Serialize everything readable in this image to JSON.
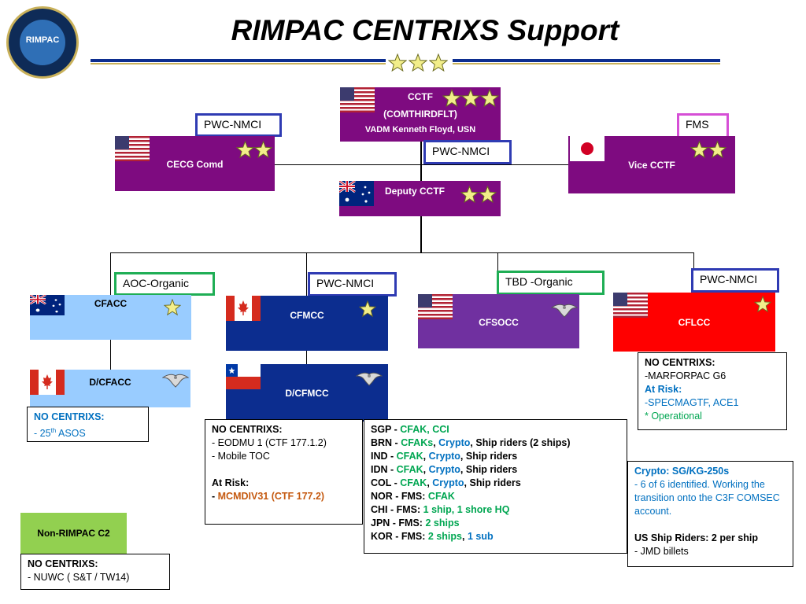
{
  "title": "RIMPAC CENTRIXS Support",
  "seal": {
    "text": "RIMPAC"
  },
  "cctf": {
    "line1": "CCTF",
    "line2": "(COMTHIRDFLT)",
    "line3": "VADM Kenneth Floyd, USN"
  },
  "cecg": {
    "name": "CECG Comd",
    "tag": "PWC-NMCI"
  },
  "vice": {
    "name": "Vice CCTF",
    "tag": "FMS"
  },
  "deputy": {
    "name": "Deputy CCTF",
    "tag": "PWC-NMCI"
  },
  "cfacc": {
    "name": "CFACC",
    "tag": "AOC-Organic"
  },
  "cfmcc": {
    "name": "CFMCC",
    "tag": "PWC-NMCI"
  },
  "cfsocc": {
    "name": "CFSOCC",
    "tag": "TBD -Organic"
  },
  "cflcc": {
    "name": "CFLCC",
    "tag": "PWC-NMCI"
  },
  "dcfacc": {
    "name": "D/CFACC"
  },
  "dcfmcc": {
    "name": "D/CFMCC"
  },
  "nonrimpac": {
    "label": "Non-RIMPAC C2"
  },
  "notes": {
    "dcfacc_h": "NO CENTRIXS:",
    "dcfacc_1a": "- 25",
    "dcfacc_1sup": "th",
    "dcfacc_1b": " ASOS",
    "nuwc_h": "NO CENTRIXS:",
    "nuwc_1": "- NUWC ( S&T / TW14)",
    "dcfmcc_h": "NO CENTRIXS:",
    "dcfmcc_1": "- EODMU 1 (CTF 177.1.2)",
    "dcfmcc_2": "- Mobile TOC",
    "dcfmcc_r": "At Risk:",
    "dcfmcc_r1a": "- ",
    "dcfmcc_r1b": "MCMDIV31 (CTF 177.2)",
    "cflcc_h": "NO CENTRIXS:",
    "cflcc_1": "-MARFORPAC G6",
    "cflcc_r": "At Risk:",
    "cflcc_r1": "-SPECMAGTF, ACE1",
    "cflcc_r2": "* Operational",
    "crypto_h": "Crypto: SG/KG-250s",
    "crypto_1": "- 6 of 6 identified.  Working the transition onto the C3F COMSEC account.",
    "riders_h": "US Ship Riders: 2 per ship",
    "riders_1": "- JMD billets"
  },
  "countries": [
    {
      "code": "SGP",
      "parts": [
        {
          "t": "SGP - ",
          "c": "k"
        },
        {
          "t": "CFAK, CCI",
          "c": "g"
        }
      ]
    },
    {
      "code": "BRN",
      "parts": [
        {
          "t": "BRN - ",
          "c": "k"
        },
        {
          "t": "CFAKs",
          "c": "g"
        },
        {
          "t": ", ",
          "c": "k"
        },
        {
          "t": "Crypto",
          "c": "b"
        },
        {
          "t": ", Ship riders (2 ships)",
          "c": "k"
        }
      ]
    },
    {
      "code": "IND",
      "parts": [
        {
          "t": "IND  - ",
          "c": "k"
        },
        {
          "t": "CFAK",
          "c": "g"
        },
        {
          "t": ", ",
          "c": "k"
        },
        {
          "t": "Crypto",
          "c": "b"
        },
        {
          "t": ", Ship riders",
          "c": "k"
        }
      ]
    },
    {
      "code": "IDN",
      "parts": [
        {
          "t": "IDN  - ",
          "c": "k"
        },
        {
          "t": "CFAK",
          "c": "g"
        },
        {
          "t": ", ",
          "c": "k"
        },
        {
          "t": "Crypto",
          "c": "b"
        },
        {
          "t": ", Ship riders",
          "c": "k"
        }
      ]
    },
    {
      "code": "COL",
      "parts": [
        {
          "t": "COL - ",
          "c": "k"
        },
        {
          "t": "CFAK",
          "c": "g"
        },
        {
          "t": ", ",
          "c": "k"
        },
        {
          "t": "Crypto",
          "c": "b"
        },
        {
          "t": ", Ship riders",
          "c": "k"
        }
      ]
    },
    {
      "code": "NOR",
      "parts": [
        {
          "t": "NOR - FMS: ",
          "c": "k"
        },
        {
          "t": "CFAK",
          "c": "g"
        }
      ]
    },
    {
      "code": "CHI",
      "parts": [
        {
          "t": "CHI  - FMS: ",
          "c": "k"
        },
        {
          "t": "1 ship, 1 shore HQ",
          "c": "g"
        }
      ]
    },
    {
      "code": "JPN",
      "parts": [
        {
          "t": "JPN - FMS: ",
          "c": "k"
        },
        {
          "t": "2 ships",
          "c": "g"
        }
      ]
    },
    {
      "code": "KOR",
      "parts": [
        {
          "t": "KOR - FMS: ",
          "c": "k"
        },
        {
          "t": "2 ships",
          "c": "g"
        },
        {
          "t": ", ",
          "c": "k"
        },
        {
          "t": "1 sub",
          "c": "b"
        }
      ]
    }
  ],
  "colors": {
    "purple": "#7e0b80",
    "lightblue": "#99ccff",
    "navy": "#0c2d8f",
    "violet": "#7030a0",
    "red": "#ff0000",
    "green": "#00a651",
    "blue": "#0070c0",
    "orange": "#c55a11",
    "gold": "#c9b15a"
  },
  "icons": [
    "us-flag-icon",
    "japan-flag-icon",
    "australia-flag-icon",
    "canada-flag-icon",
    "chile-flag-icon",
    "star-icon",
    "eagle-insignia-icon"
  ]
}
